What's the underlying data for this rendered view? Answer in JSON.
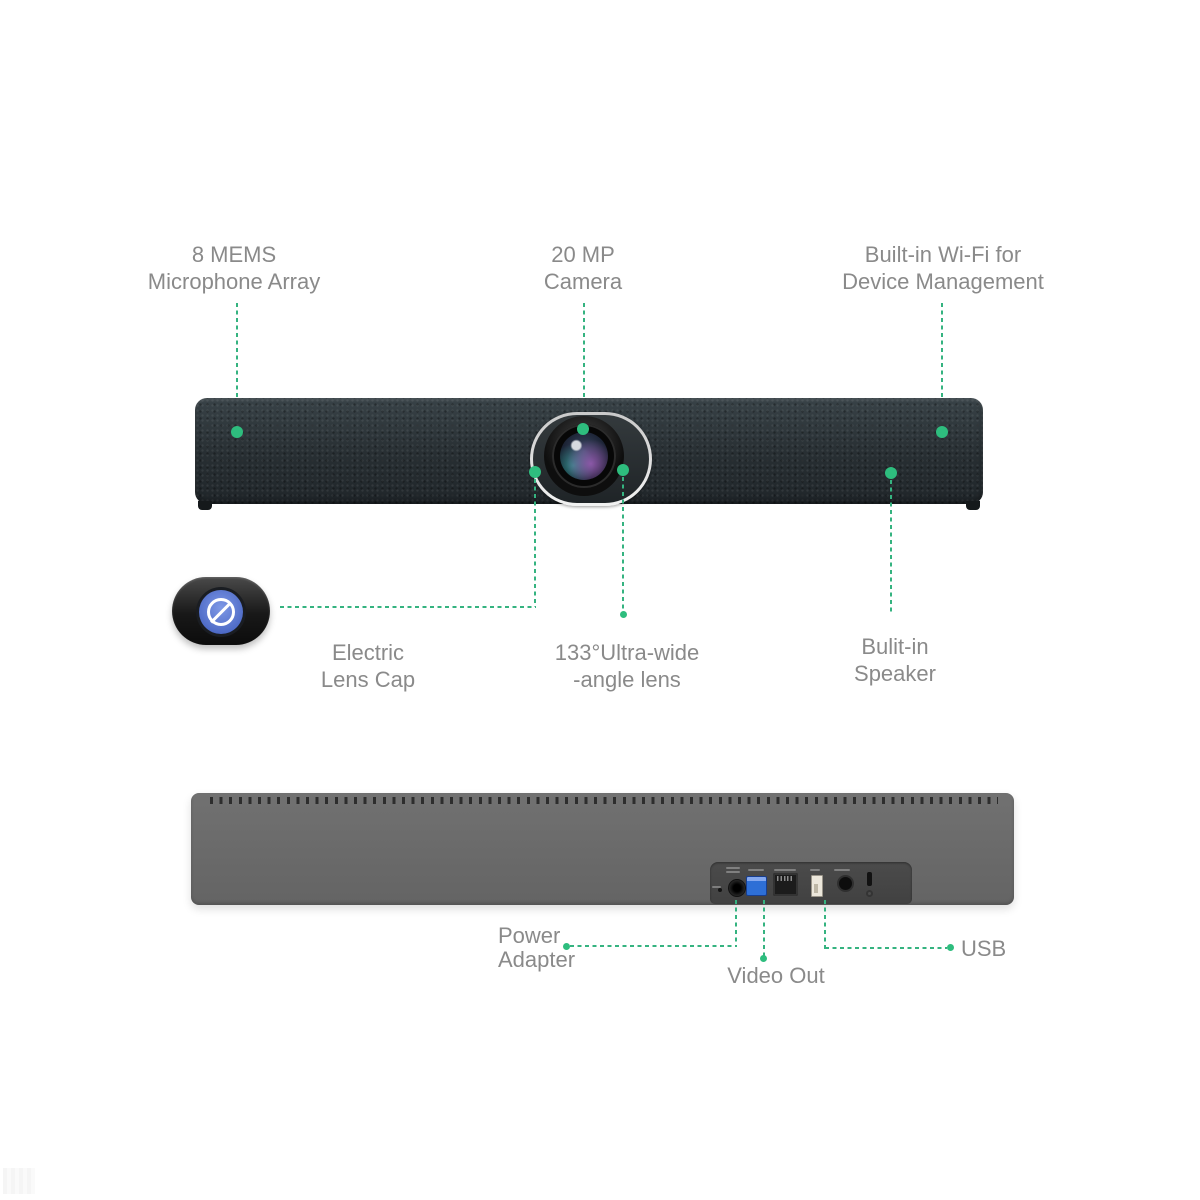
{
  "colors": {
    "accent_line": "#35b380",
    "accent_dot": "#2ebd7e",
    "label": "#8a8a8a",
    "front_bar_dark": "#2a3236",
    "rear_bar_gray": "#6a6a6a",
    "usb_b_blue": "#2e6fd6",
    "lens_cap_blue": "#5577d0"
  },
  "labels": {
    "mic": {
      "line1": "8 MEMS",
      "line2": "Microphone Array"
    },
    "camera": {
      "line1": "20 MP",
      "line2": "Camera"
    },
    "wifi": {
      "line1": "Built-in Wi-Fi for",
      "line2": "Device Management"
    },
    "lens_cap": {
      "line1": "Electric",
      "line2": "Lens Cap"
    },
    "wide_lens": {
      "line1": "133°Ultra-wide",
      "line2": "-angle lens"
    },
    "speaker": {
      "line1": "Bulit-in",
      "line2": "Speaker"
    },
    "power": {
      "line1": "Power",
      "line2": "Adapter"
    },
    "video_out": {
      "line1": "Video Out"
    },
    "usb": {
      "line1": "USB"
    }
  },
  "rear_ports": [
    "reset-pinhole",
    "dc-power-jack",
    "usb-b-port",
    "ethernet-port",
    "usb-a-port",
    "audio-jack-port",
    "security-lock-slot"
  ]
}
